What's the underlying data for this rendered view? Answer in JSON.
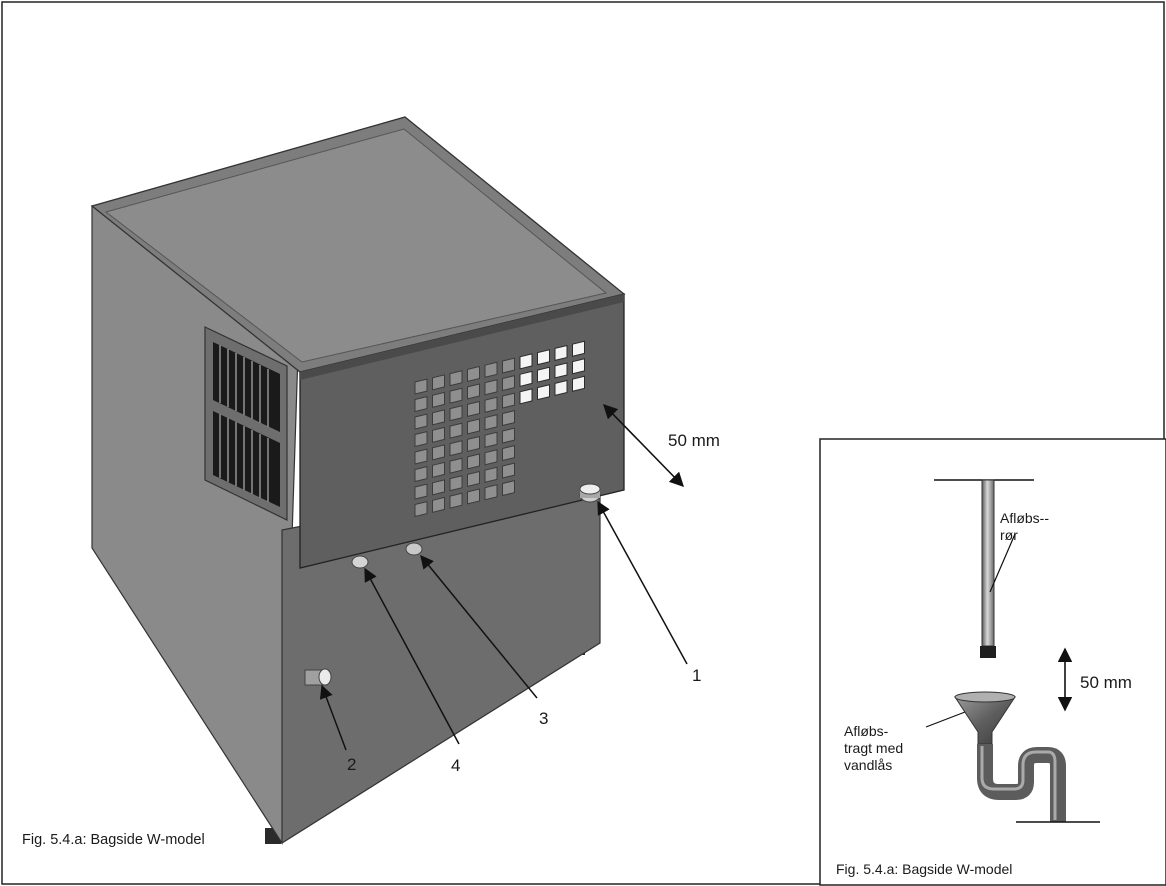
{
  "main_figure": {
    "dimension_label": "50 mm",
    "callouts": [
      "1",
      "2",
      "3",
      "4"
    ],
    "caption": "Fig. 5.4.a: Bagside W-model"
  },
  "inset_figure": {
    "pipe_label_line1": "Afløbs--",
    "pipe_label_line2": "rør",
    "funnel_label_line1": "Afløbs-",
    "funnel_label_line2": "tragt med",
    "funnel_label_line3": "vandlås",
    "dimension_label": "50 mm",
    "caption": "Fig. 5.4.a: Bagside W-model"
  }
}
